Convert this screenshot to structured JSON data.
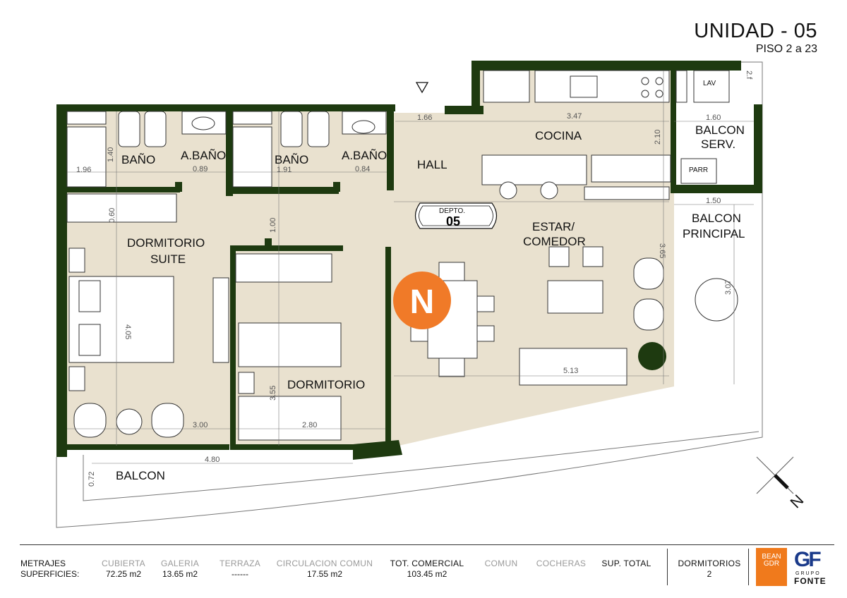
{
  "header": {
    "title": "UNIDAD - 05",
    "subtitle": "PISO  2 a 23"
  },
  "rooms": {
    "bano1": "BAÑO",
    "abano1": "A.BAÑO",
    "bano2": "BAÑO",
    "abano2": "A.BAÑO",
    "hall": "HALL",
    "cocina": "COCINA",
    "balcon_serv_1": "BALCON",
    "balcon_serv_2": "SERV.",
    "parr": "PARR",
    "lav": "LAV",
    "suite_1": "DORMITORIO",
    "suite_2": "SUITE",
    "estar_1": "ESTAR/",
    "estar_2": "COMEDOR",
    "balcon_principal_1": "BALCON",
    "balcon_principal_2": "PRINCIPAL",
    "dormitorio": "DORMITORIO",
    "balcon": "BALCON",
    "depto_label": "DEPTO.",
    "depto_num": "05",
    "north_badge": "N",
    "compass_n": "N"
  },
  "dimensions": {
    "d196": "1.96",
    "d140": "1.40",
    "d089": "0.89",
    "d191": "1.91",
    "d084": "0.84",
    "d166": "1.66",
    "d347": "3.47",
    "d210": "2.10",
    "d160": "1.60",
    "d060": "0.60",
    "d100": "1.00",
    "d405": "4.05",
    "d300": "3.00",
    "d355": "3.55",
    "d280": "2.80",
    "d365": "3.65",
    "d513": "5.13",
    "d150": "1.50",
    "d307": "3.07",
    "d480": "4.80",
    "d072": "0.72",
    "d2f": "2.f"
  },
  "footer": {
    "metrajes_1": "METRAJES",
    "metrajes_2": "SUPERFICIES:",
    "cubierta": {
      "label": "CUBIERTA",
      "value": "72.25 m2"
    },
    "galeria": {
      "label": "GALERIA",
      "value": "13.65 m2"
    },
    "terraza": {
      "label": "TERRAZA",
      "value": "------"
    },
    "circulacion": {
      "label": "CIRCULACION  COMUN",
      "value": "17.55 m2"
    },
    "tot_comercial": {
      "label": "TOT. COMERCIAL",
      "value": "103.45 m2"
    },
    "comun": {
      "label": "COMUN",
      "value": ""
    },
    "cocheras": {
      "label": "COCHERAS",
      "value": ""
    },
    "sup_total": {
      "label": "SUP. TOTAL",
      "value": ""
    },
    "dormitorios": {
      "label": "DORMITORIOS",
      "value": "2"
    },
    "logo_bean_1": "BEAN",
    "logo_bean_2": "GDR",
    "logo_grupo": "GRUPO",
    "logo_fonte": "FONTE"
  },
  "colors": {
    "wall": "#1e3a10",
    "floor": "#e9e1cf",
    "balcony": "#ffffff",
    "north": "#f07a28",
    "line": "#555555"
  }
}
